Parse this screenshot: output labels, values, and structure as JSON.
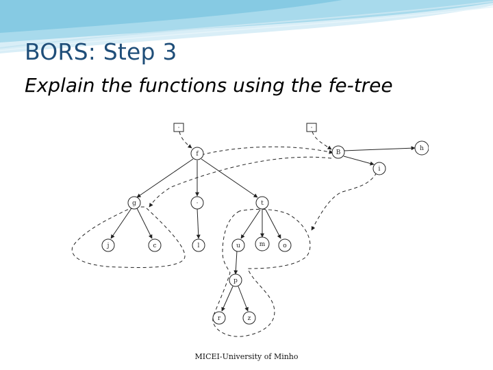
{
  "slide": {
    "title": "BORS: Step 3",
    "subtitle": "Explain the functions using the fe-tree",
    "footer": "MICEI-University of Minho",
    "accent_color": "#1f4e79",
    "header_color": "#8fd0e8"
  },
  "diagram": {
    "nodes": [
      {
        "id": "root-left",
        "label": "·",
        "shape": "box"
      },
      {
        "id": "root-right",
        "label": "·",
        "shape": "box"
      },
      {
        "id": "f",
        "label": "f"
      },
      {
        "id": "g",
        "label": "g"
      },
      {
        "id": "s",
        "label": "·"
      },
      {
        "id": "t",
        "label": "t"
      },
      {
        "id": "j",
        "label": "j"
      },
      {
        "id": "c",
        "label": "c"
      },
      {
        "id": "l",
        "label": "l"
      },
      {
        "id": "u",
        "label": "u"
      },
      {
        "id": "m",
        "label": "m"
      },
      {
        "id": "o",
        "label": "o"
      },
      {
        "id": "p",
        "label": "p"
      },
      {
        "id": "r",
        "label": "r"
      },
      {
        "id": "z",
        "label": "z"
      },
      {
        "id": "b",
        "label": "B"
      },
      {
        "id": "h",
        "label": "h"
      },
      {
        "id": "i",
        "label": "i"
      }
    ]
  }
}
